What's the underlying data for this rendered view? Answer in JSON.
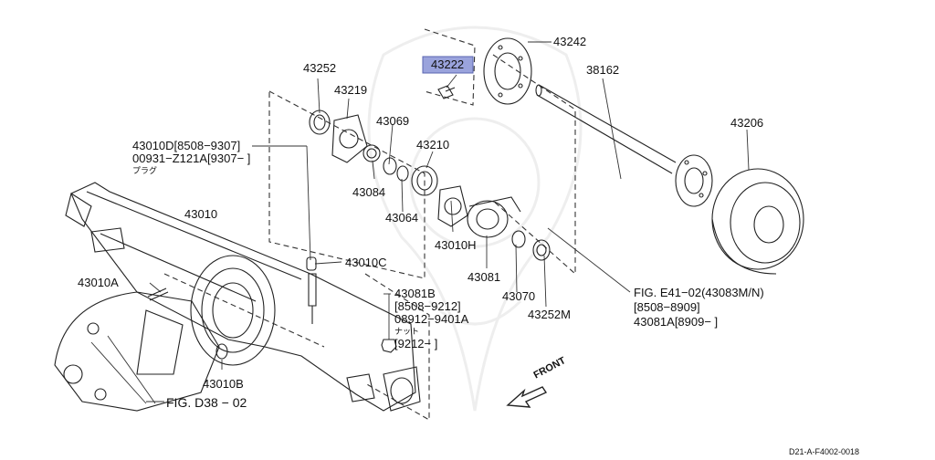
{
  "diagram": {
    "footer_code": "D21-A-F4002-0018",
    "highlighted_part": "43222",
    "labels": {
      "p43242": "43242",
      "p43222": "43222",
      "p38162": "38162",
      "p43252": "43252",
      "p43219": "43219",
      "p43206": "43206",
      "p43069": "43069",
      "p43210": "43210",
      "p43010d": "43010D[8508−9307]",
      "p00931": "00931−Z121A[9307−     ]",
      "plug": "プラグ",
      "p43084": "43084",
      "p43064": "43064",
      "p43010": "43010",
      "p43010h": "43010H",
      "p43081": "43081",
      "p43010c": "43010C",
      "p43070": "43070",
      "p43252m": "43252M",
      "p43010a": "43010A",
      "p43081b": "43081B",
      "p43081b_range": "[8508−9212]",
      "p08912": "08912−9401A",
      "nut": "ナット",
      "p9212": "[9212−      ]",
      "fig_e41": "FIG. E41−02(43083M/N)",
      "e41_range": "[8508−8909]",
      "p43081a": "43081A[8909−      ]",
      "p43010b": "43010B",
      "fig_d38": "FIG. D38 − 02",
      "front": "FRONT"
    }
  }
}
